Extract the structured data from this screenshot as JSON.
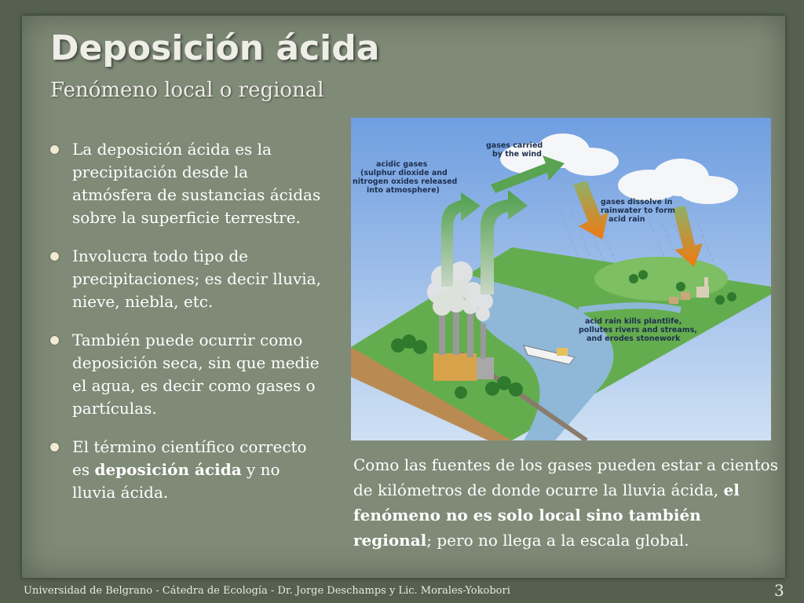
{
  "slide": {
    "title": "Deposición ácida",
    "subtitle": "Fenómeno local o regional"
  },
  "bullets": [
    {
      "text": "La deposición ácida es la precipitación desde la atmósfera de sustancias ácidas sobre la superficie terrestre."
    },
    {
      "text": "Involucra todo tipo de precipitaciones; es decir lluvia, nieve, niebla, etc."
    },
    {
      "text": "También puede ocurrir como deposición seca, sin que medie el agua, es decir como gases o partículas."
    },
    {
      "before": "El término científico correcto es ",
      "bold": "deposición ácida",
      "after": " y no lluvia ácida."
    }
  ],
  "figure": {
    "label_gases_1": "acidic gases",
    "label_gases_2": "(sulphur dioxide and",
    "label_gases_3": "nitrogen oxides released",
    "label_gases_4": "into atmosphere)",
    "label_wind_1": "gases carried",
    "label_wind_2": "by the wind",
    "label_dissolve_1": "gases dissolve in",
    "label_dissolve_2": "rainwater to form",
    "label_dissolve_3": "acid rain",
    "label_effects_1": "acid rain kills plantlife,",
    "label_effects_2": "pollutes rivers and streams,",
    "label_effects_3": "and erodes stonework"
  },
  "caption": {
    "before": "Como las fuentes de los gases pueden estar a cientos de kilómetros de donde ocurre la lluvia ácida, ",
    "bold": "el fenómeno no es solo local sino también regional",
    "after": "; pero no llega a la escala global."
  },
  "footer": {
    "text": "Universidad de Belgrano - Cátedra de Ecología - Dr. Jorge Deschamps y Lic. Morales-Yokobori",
    "page_number": "3"
  }
}
